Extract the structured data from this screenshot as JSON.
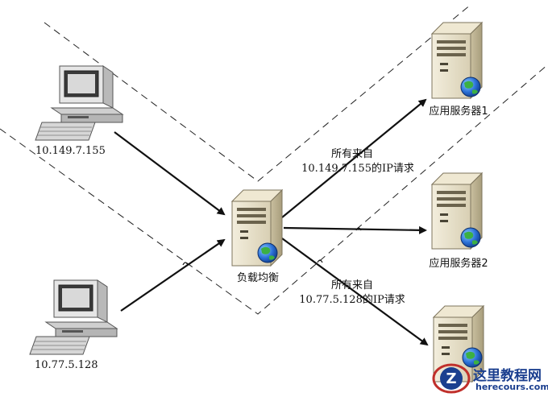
{
  "clients": {
    "top": {
      "ip": "10.149.7.155"
    },
    "bottom": {
      "ip": "10.77.5.128"
    }
  },
  "load_balancer": {
    "label": "负载均衡"
  },
  "servers": {
    "s1": {
      "label": "应用服务器1"
    },
    "s2": {
      "label": "应用服务器2"
    }
  },
  "routes": {
    "upper": {
      "line1": "所有来自",
      "line2": "10.149.7.155的IP请求"
    },
    "lower": {
      "line1": "所有来自",
      "line2": "10.77.5.128的IP请求"
    }
  },
  "watermark": {
    "title": "这里教程网",
    "subtitle": "herecours.com",
    "logo_letter": "Z"
  },
  "colors": {
    "line": "#111111",
    "globe": "#2a6fd6",
    "server_body": "#e8e0c8",
    "watermark": "#1b3f8f"
  }
}
